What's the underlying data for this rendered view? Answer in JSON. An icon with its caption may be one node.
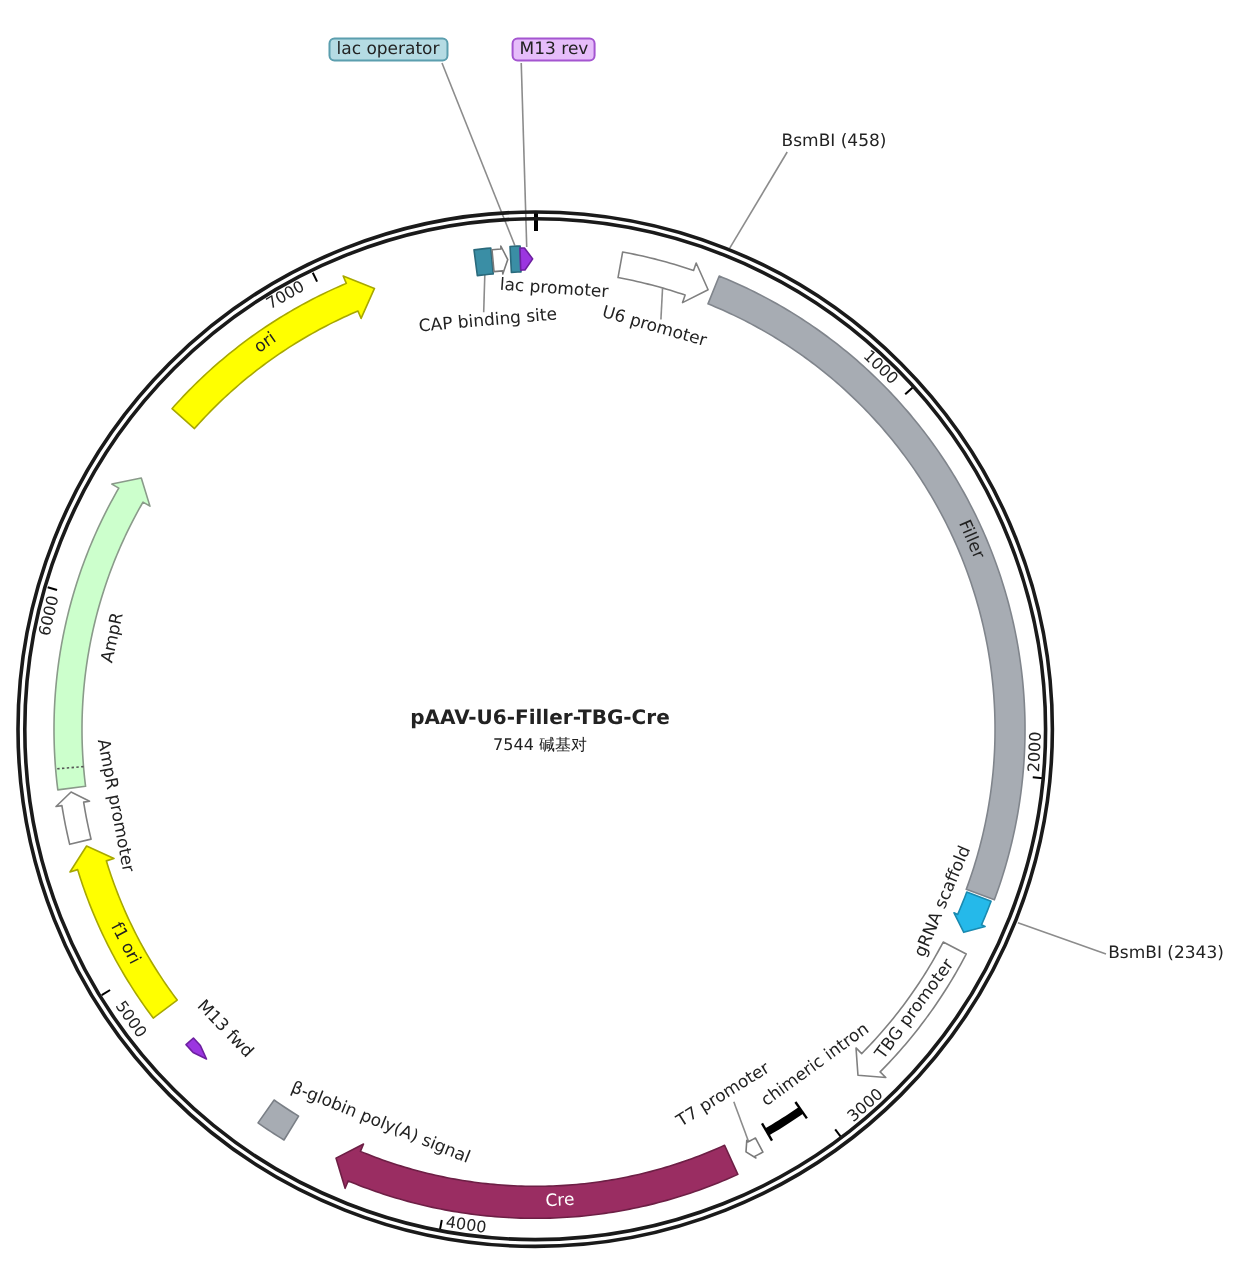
{
  "diagram": {
    "title": "pAAV-U6-Filler-TBG-Cre",
    "nodes": [
      {
        "text": [
          "lac operator"
        ]
      },
      {
        "text": [
          "M13 rev"
        ]
      },
      {
        "text": [
          "BsmBI (458)"
        ]
      },
      {
        "text": [],
        "shape": "circle"
      },
      {
        "text": [],
        "shape": "box",
        "in": 3
      },
      {
        "text": [],
        "shape": "arrow",
        "beside": [
          "lac promoter"
        ],
        "in": 3
      },
      {
        "text": [],
        "shape": "box",
        "in": 3
      },
      {
        "text": [],
        "shape": "arrow",
        "in": 3
      },
      {
        "text": [
          "CAP binding site"
        ],
        "in": 3
      },
      {
        "text": [],
        "shape": "arrow",
        "in": 3
      },
      {
        "text": [
          "U6 promoter"
        ],
        "in": 3
      },
      {
        "text": [
          "ori"
        ],
        "in": 3
      },
      {
        "text": [
          "Filler"
        ],
        "in": 3
      },
      {
        "text": [],
        "shape": "arrow",
        "beside": [
          "AmpR"
        ],
        "in": 3
      },
      {
        "text": [],
        "shape": "arrow",
        "beside": [
          "gRNA scaffold"
        ],
        "in": 3
      },
      {
        "text": [
          "BsmBI (2343)"
        ]
      },
      {
        "text": [],
        "shape": "arrow",
        "beside": [
          "AmpR promoter"
        ],
        "in": 3
      },
      {
        "text": [
          "f1 ori"
        ],
        "in": 3
      },
      {
        "text": [
          "TBG promoter"
        ],
        "in": 3
      },
      {
        "text": [],
        "shape": "arrow",
        "beside": [
          "M13 fwd"
        ],
        "in": 3
      },
      {
        "text": [],
        "shape": "box",
        "beside": [
          "β-globin poly(A) signal"
        ],
        "in": 3
      },
      {
        "text": [
          "T7 promoter"
        ],
        "in": 3
      },
      {
        "text": [],
        "shape": "bar",
        "beside": [
          "chimeric intron"
        ],
        "in": 3
      },
      {
        "text": [],
        "shape": "arrow",
        "in": 3
      },
      {
        "text": [
          "Cre"
        ],
        "in": 3
      }
    ],
    "edges": [
      {
        "from": 0,
        "to": 6,
        "arrow": "none"
      },
      {
        "from": 1,
        "to": 7,
        "arrow": "none"
      },
      {
        "from": 2,
        "to": 3,
        "arrow": "none"
      },
      {
        "from": 8,
        "to": 4,
        "arrow": "none"
      },
      {
        "from": 10,
        "to": 9,
        "arrow": "none"
      },
      {
        "from": 15,
        "to": 3,
        "arrow": "none"
      },
      {
        "from": 21,
        "to": 23,
        "arrow": "none"
      }
    ],
    "labels": [
      "7000",
      "1000",
      "6000",
      "7544 碱基对",
      "2000",
      "5000",
      "3000",
      "4000"
    ]
  }
}
